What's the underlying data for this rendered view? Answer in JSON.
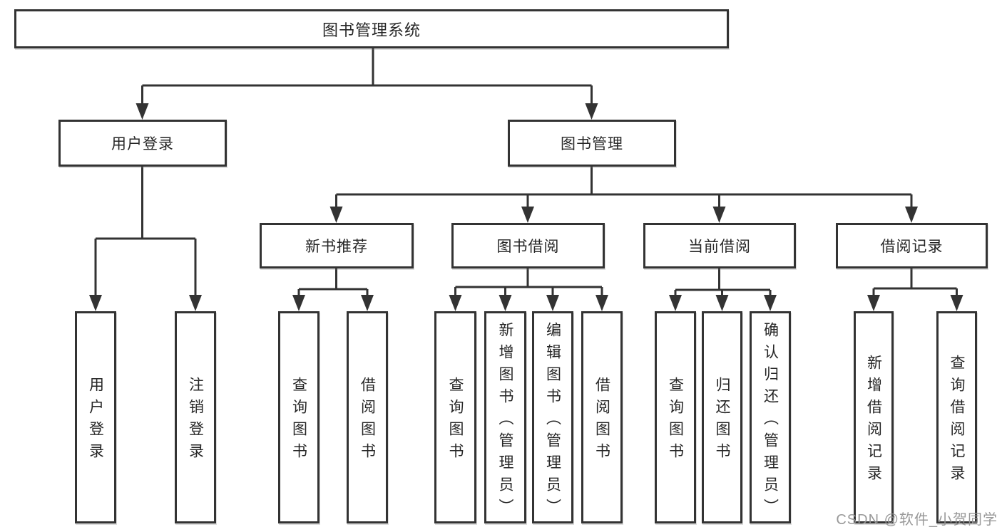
{
  "tree": {
    "label": "图书管理系统",
    "children": [
      {
        "label": "用户登录",
        "children": [
          {
            "label": "用户登录"
          },
          {
            "label": "注销登录"
          }
        ]
      },
      {
        "label": "图书管理",
        "children": [
          {
            "label": "新书推荐",
            "children": [
              {
                "label": "查询图书"
              },
              {
                "label": "借阅图书"
              }
            ]
          },
          {
            "label": "图书借阅",
            "children": [
              {
                "label": "查询图书"
              },
              {
                "label": "新增图书（管理员）"
              },
              {
                "label": "编辑图书（管理员）"
              },
              {
                "label": "借阅图书"
              }
            ]
          },
          {
            "label": "当前借阅",
            "children": [
              {
                "label": "查询图书"
              },
              {
                "label": "归还图书"
              },
              {
                "label": "确认归还（管理员）"
              }
            ]
          },
          {
            "label": "借阅记录",
            "children": [
              {
                "label": "新增借阅记录"
              },
              {
                "label": "查询借阅记录"
              }
            ]
          }
        ]
      }
    ]
  },
  "watermark": {
    "text": "CSDN @软件_小贺同学"
  },
  "colors": {
    "line": "#333333",
    "text": "#262626",
    "background": "#ffffff",
    "watermark": "#949494"
  }
}
